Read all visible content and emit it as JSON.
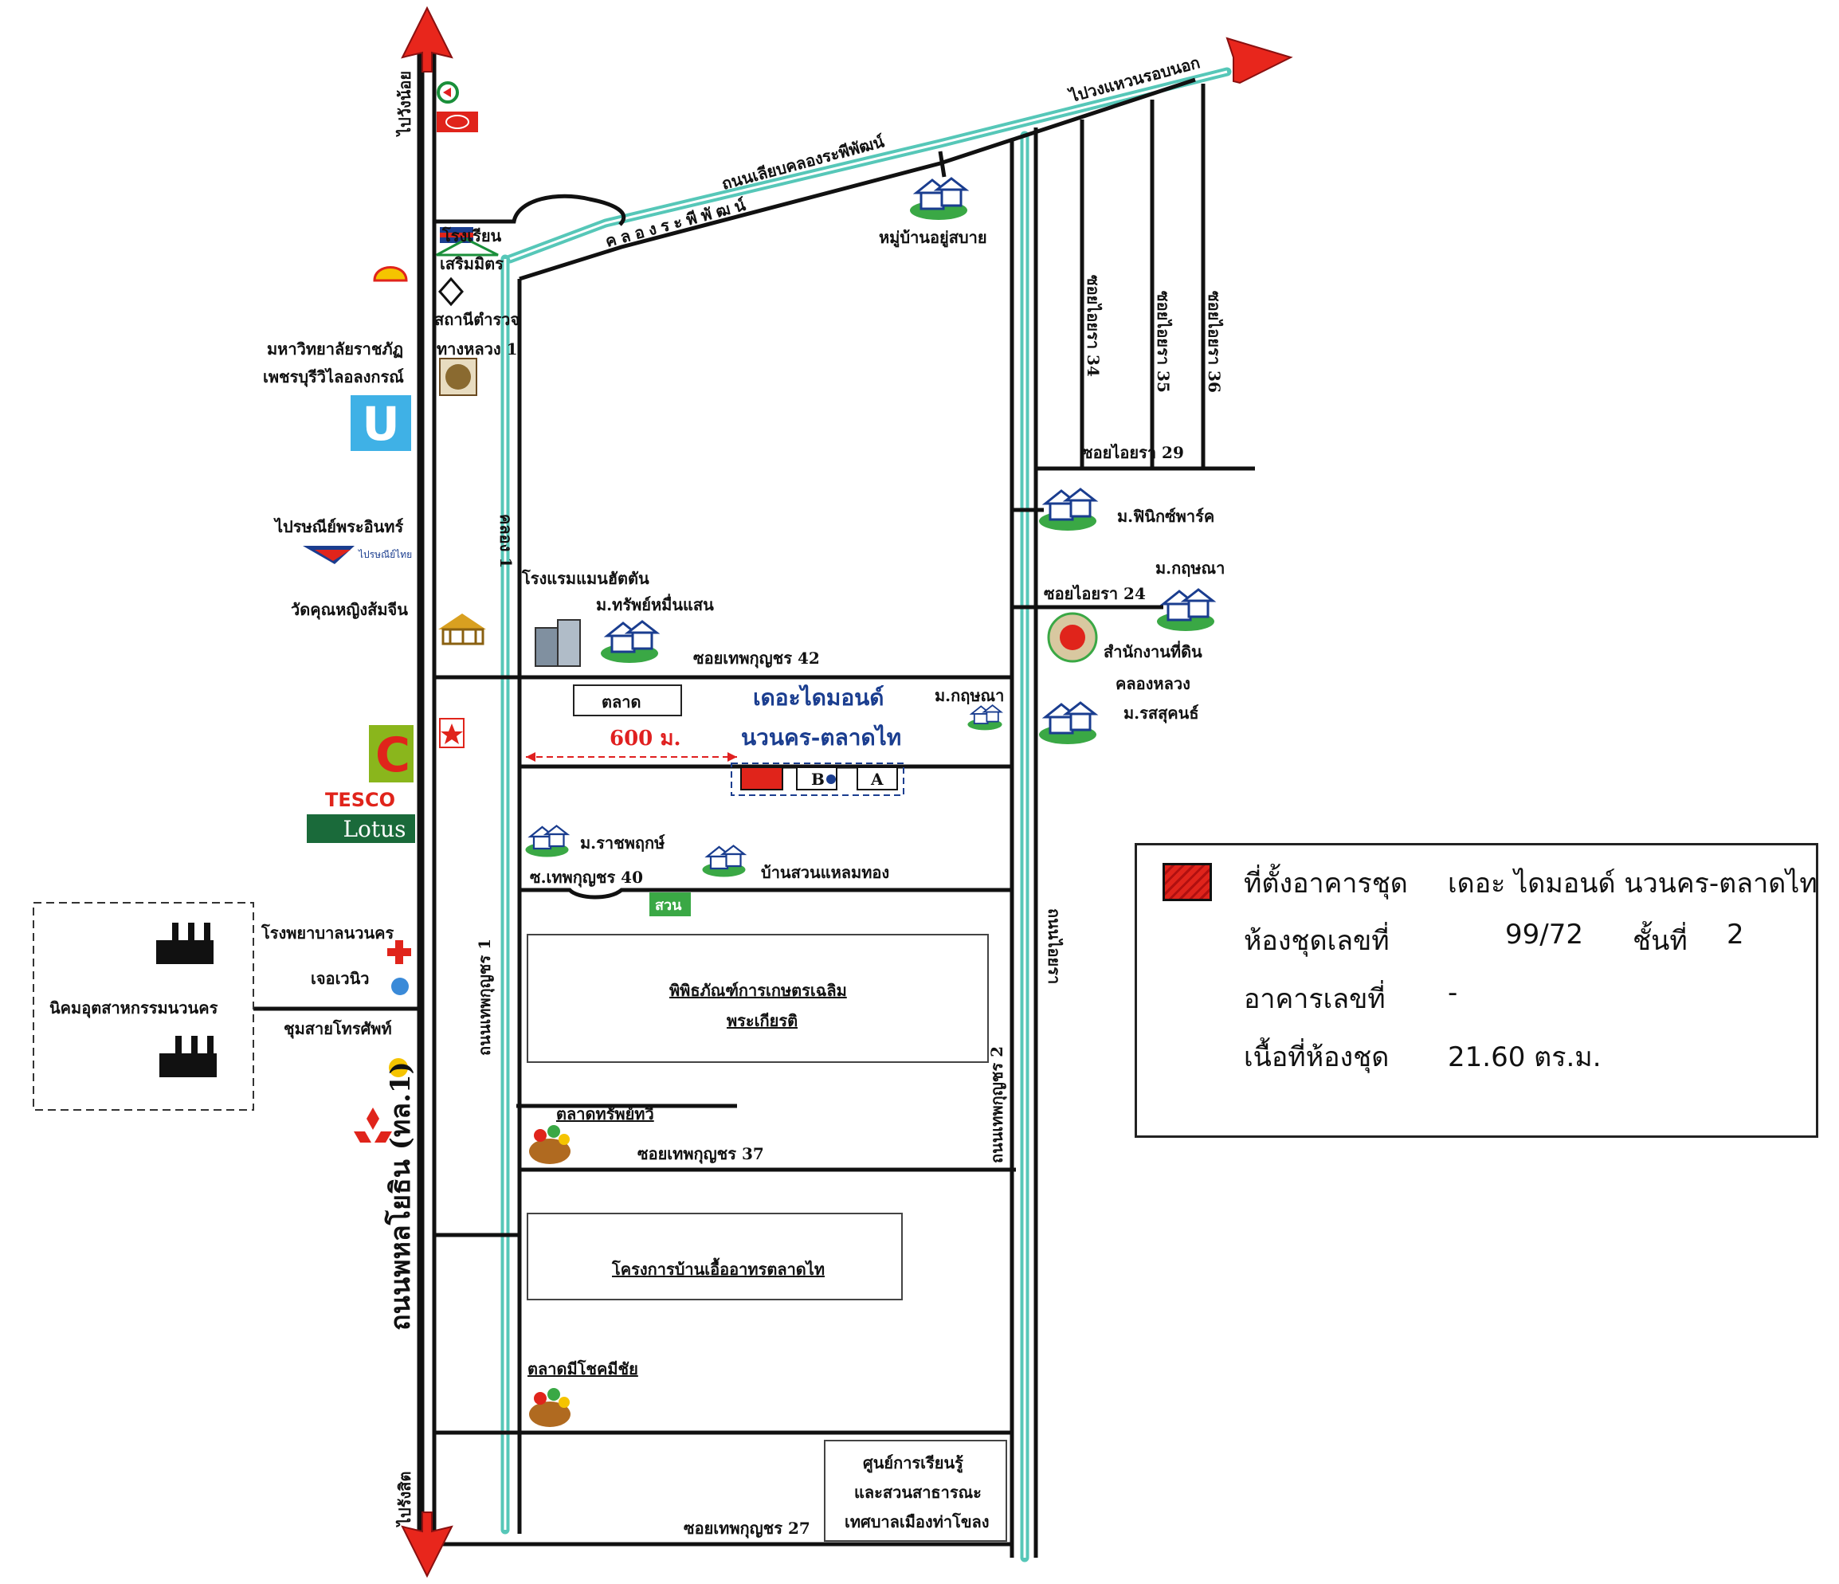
{
  "labels": {
    "to_rangsit_top": "ไปวังน้อย",
    "to_rangsit_bottom": "ไปรังสิต",
    "phahonyothin_road": "ถนนพหลโยธิน (ทล.1)",
    "khlong1_canal": "คลอง 1",
    "khlong1_road": "ถนนเทพกุญชร 1",
    "thepkunchon2_road": "ถนนเทพกุญชร 2",
    "aiyara_road": "ถนนไอยรา",
    "klong_rapi": "ถนนเลียบคลองระพีพัฒน์",
    "klong_rapi_canal": "คลองระพีพัฒน์",
    "outer_ring": "ไปวงแหวนรอบนอก",
    "school": "โรงเรียน",
    "school2": "เสริมมิตร",
    "highway_police": "สถานีตำรวจ",
    "highway_police2": "ทางหลวง 1",
    "rajabhat1": "มหาวิทยาลัยราชภัฏ",
    "rajabhat2": "เพชรบุรีวิไลอลงกรณ์",
    "post_office": "ไปรษณีย์พระอินทร์",
    "thailand_post": "ไปรษณีย์ไทย",
    "temple": "วัดคุณหญิงส้มจีน",
    "hotel": "โรงแรมแมนฮัตตัน",
    "village_sap": "ม.ทรัพย์หมื่นแสน",
    "soi42": "ซอยเทพกุญชร 42",
    "market": "ตลาด",
    "distance": "600 ม.",
    "project_name1": "เดอะไดมอนด์",
    "project_name2": "นวนคร-ตลาดไท",
    "village_kritsana_small": "ม.กฤษณา",
    "building_b": "B",
    "building_a": "A",
    "village_ratchaphruek": "ม.ราชพฤกษ์",
    "baan_suan": "บ้านสวนแหลมทอง",
    "soi40": "ซ.เทพกุญชร 40",
    "park": "สวน",
    "museum1": "พิพิธภัณฑ์การเกษตรเฉลิม",
    "museum2": "พระเกียรติ",
    "market_sap": "ตลาดทรัพย์ทวี",
    "soi37": "ซอยเทพกุญชร 37",
    "housing_project": "โครงการบ้านเอื้ออาทรตลาดไท",
    "market_mochai": "ตลาดมีโชคมีชัย",
    "soi27": "ซอยเทพกุญชร 27",
    "learning1": "ศูนย์การเรียนรู้",
    "learning2": "และสวนสาธารณะ",
    "learning3": "เทศบาลเมืองท่าโขลง",
    "hospital": "โรงพยาบาลนวนคร",
    "jay": "เจอเวนิว",
    "telephone": "ชุมสายโทรศัพท์",
    "industrial": "นิคมอุตสาหกรรมนวนคร",
    "village_yusabai": "หมู่บ้านอยู่สบาย",
    "soi34": "ซอยไอยรา 34",
    "soi35": "ซอยไอยรา 35",
    "soi36": "ซอยไอยรา 36",
    "soi29": "ซอยไอยรา 29",
    "village_phoenix": "ม.ฟินิกซ์พาร์ค",
    "village_kritsana": "ม.กฤษณา",
    "soi24": "ซอยไอยรา 24",
    "land_office1": "สำนักงานที่ดิน",
    "land_office2": "คลองหลวง",
    "village_rossukon": "ม.รสสุคนธ์",
    "tesco": "TESCO",
    "lotus": "Lotus",
    "u_logo": "U",
    "bigc": "C"
  },
  "legend": {
    "location_label": "ที่ตั้งอาคารชุด",
    "location_value": "เดอะ ไดมอนด์ นวนคร-ตลาดไท",
    "room_label": "ห้องชุดเลขที่",
    "room_value": "99/72",
    "floor_label": "ชั้นที่",
    "floor_value": "2",
    "building_label": "อาคารเลขที่",
    "building_value": "-",
    "area_label": "เนื้อที่ห้องชุด",
    "area_value": "21.60 ตร.ม."
  },
  "colors": {
    "road": "#111111",
    "canal": "#56c7b8",
    "arrow": "#e8261c",
    "project_text": "#1a3d8f",
    "distance_text": "#e02020"
  }
}
